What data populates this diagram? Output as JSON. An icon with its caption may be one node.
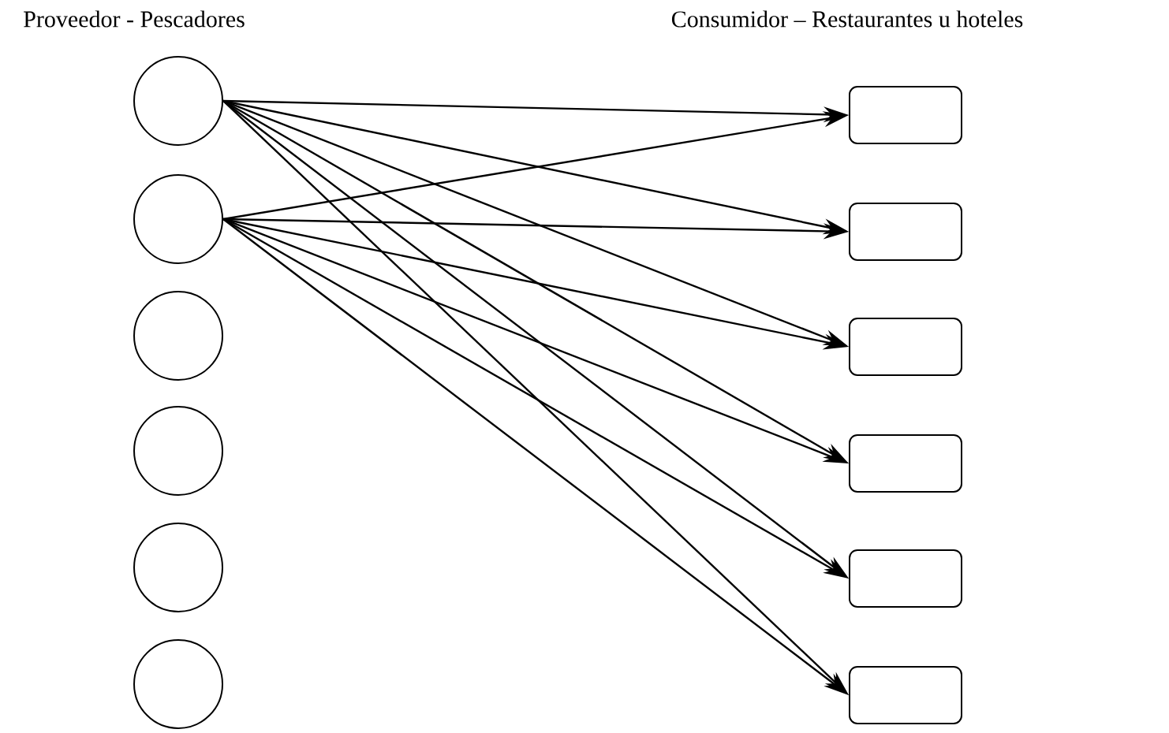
{
  "diagram": {
    "nodes": [
      {
        "text": [],
        "shape": "circle"
      },
      {
        "text": [],
        "shape": "circle"
      },
      {
        "text": [],
        "shape": "circle"
      },
      {
        "text": [],
        "shape": "circle"
      },
      {
        "text": [],
        "shape": "circle"
      },
      {
        "text": [],
        "shape": "circle"
      },
      {
        "text": [],
        "shape": "box"
      },
      {
        "text": [],
        "shape": "box"
      },
      {
        "text": [],
        "shape": "box"
      },
      {
        "text": [],
        "shape": "box"
      },
      {
        "text": [],
        "shape": "box"
      },
      {
        "text": [],
        "shape": "box"
      }
    ],
    "edges": [
      {
        "from": 0,
        "to": 6,
        "arrow": "to"
      },
      {
        "from": 0,
        "to": 7,
        "arrow": "to"
      },
      {
        "from": 0,
        "to": 8,
        "arrow": "to"
      },
      {
        "from": 0,
        "to": 9,
        "arrow": "to"
      },
      {
        "from": 0,
        "to": 10,
        "arrow": "to"
      },
      {
        "from": 0,
        "to": 11,
        "arrow": "to"
      },
      {
        "from": 1,
        "to": 6,
        "arrow": "to"
      },
      {
        "from": 1,
        "to": 7,
        "arrow": "to"
      },
      {
        "from": 1,
        "to": 8,
        "arrow": "to"
      },
      {
        "from": 1,
        "to": 9,
        "arrow": "to"
      },
      {
        "from": 1,
        "to": 10,
        "arrow": "to"
      },
      {
        "from": 1,
        "to": 11,
        "arrow": "to"
      }
    ],
    "labels": [
      "Proveedor - Pescadores",
      "Consumidor – Restaurantes u hoteles"
    ]
  }
}
